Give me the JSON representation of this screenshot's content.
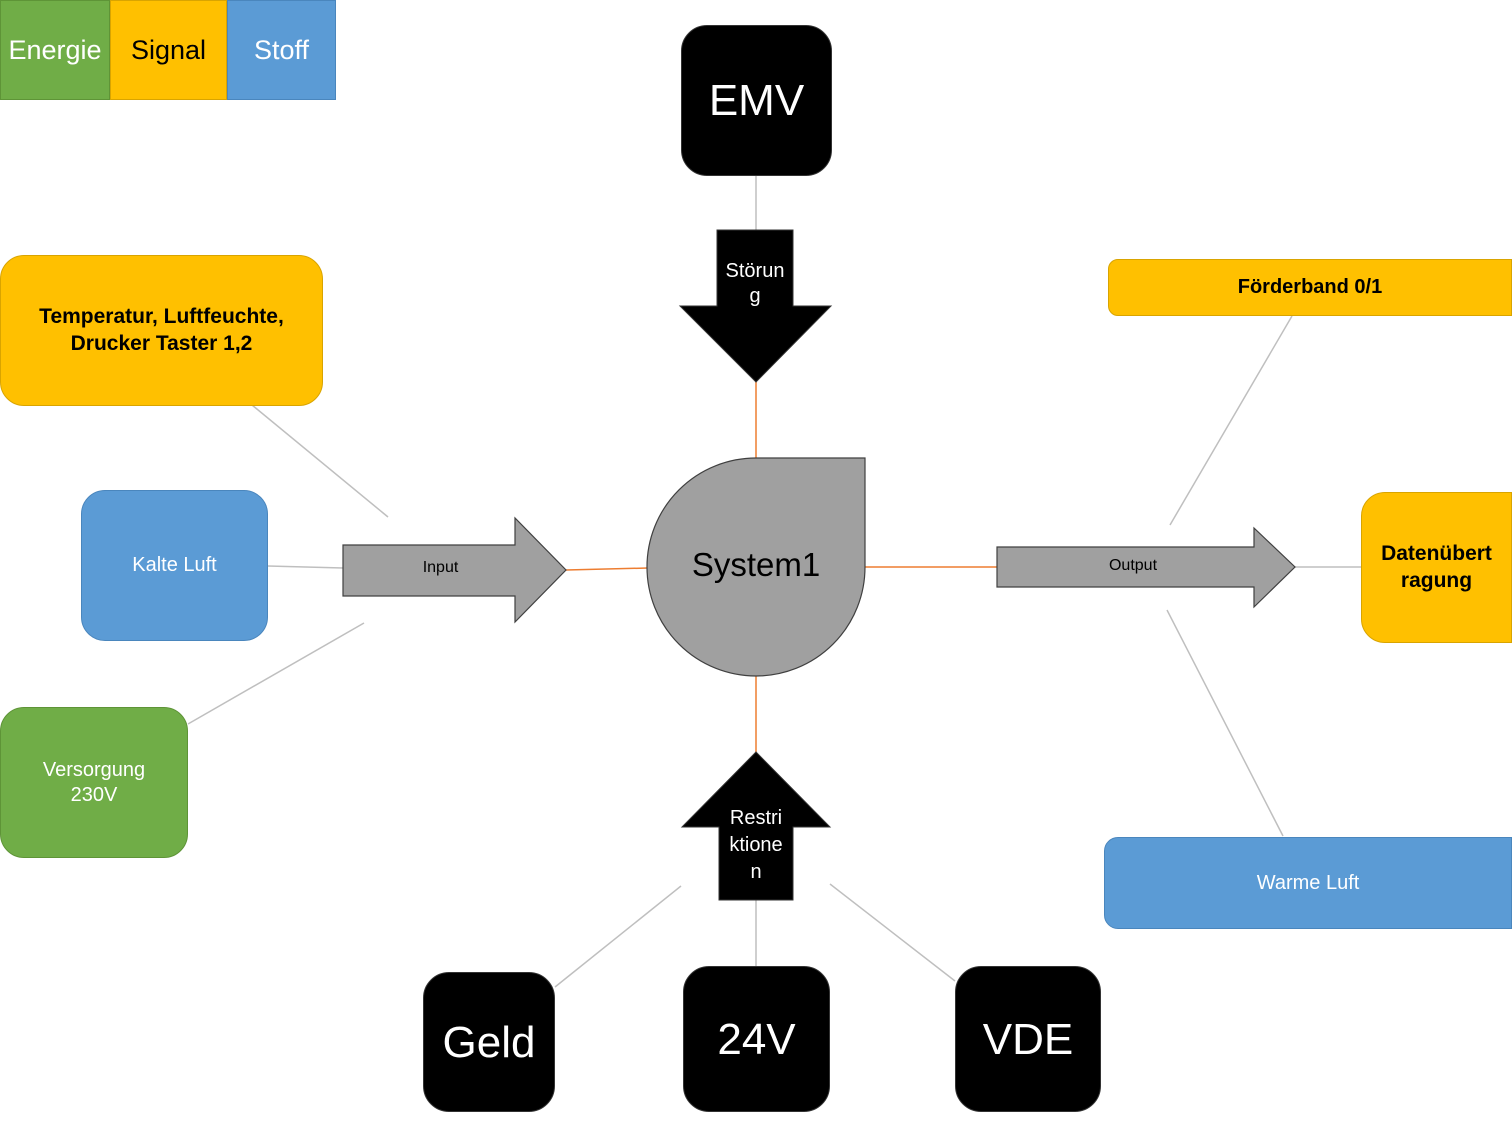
{
  "legend": {
    "energie": "Energie",
    "signal": "Signal",
    "stoff": "Stoff"
  },
  "colors": {
    "energie": "#70ad47",
    "signal": "#ffc000",
    "stoff": "#5b9bd5",
    "arrow_gray": "#a0a0a0",
    "connector_orange": "#ed7d31",
    "connector_gray": "#bfbfbf"
  },
  "top": {
    "emv": "EMV",
    "stoerung_line1": "Störun",
    "stoerung_line2": "g"
  },
  "inputs": {
    "temperatur_line1": "Temperatur, Luftfeuchte,",
    "temperatur_line2": "Drucker Taster 1,2",
    "kalte_luft": "Kalte Luft",
    "versorgung_line1": "Versorgung",
    "versorgung_line2": "230V",
    "input_label": "Input"
  },
  "system": {
    "label": "System1"
  },
  "outputs": {
    "foerderband": "Förderband 0/1",
    "daten_line1": "Datenübert",
    "daten_line2": "ragung",
    "warme_luft": "Warme Luft",
    "output_label": "Output"
  },
  "bottom": {
    "restriktionen_line1": "Restri",
    "restriktionen_line2": "ktione",
    "restriktionen_line3": "n",
    "geld": "Geld",
    "v24": "24V",
    "vde": "VDE"
  }
}
